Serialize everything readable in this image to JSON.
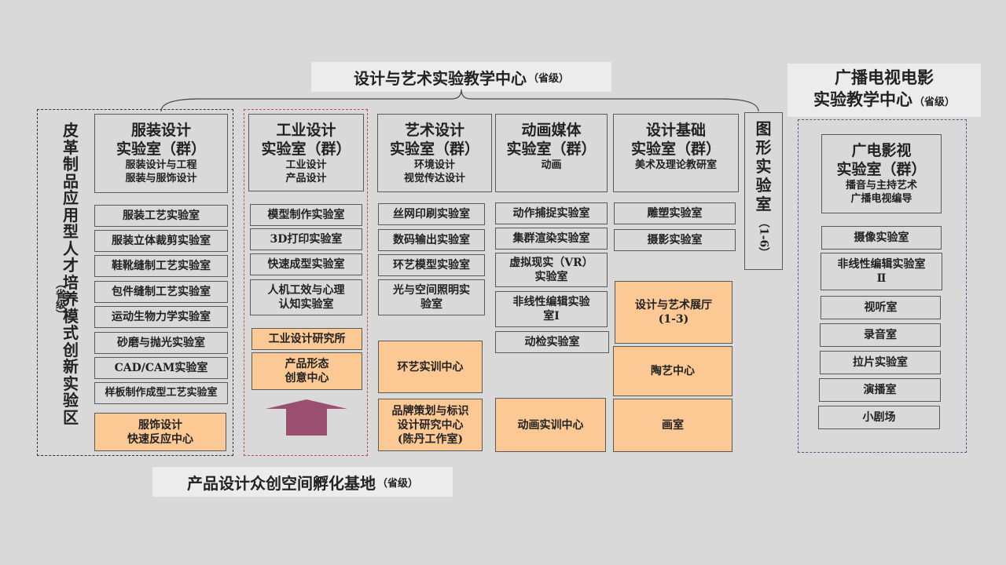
{
  "top_banner": {
    "title": "设计与艺术实验教学中心",
    "tag": "（省级）"
  },
  "right_banner": {
    "line1": "广播电视电影",
    "line2": "实验教学中心",
    "tag": "（省级）"
  },
  "bottom_banner": {
    "title": "产品设计众创空间孵化基地",
    "tag": "（省级）"
  },
  "left_vertical": {
    "chars": [
      "皮",
      "革",
      "制",
      "品",
      "应",
      "用",
      "型",
      "人",
      "才",
      "培",
      "养",
      "模",
      "式",
      "创",
      "新",
      "实",
      "验",
      "区"
    ],
    "tag": "（省级）"
  },
  "graphics_lab": {
    "chars": [
      "图",
      "形",
      "实",
      "验",
      "室"
    ],
    "tag": "（1-6）"
  },
  "col_fashion": {
    "header": {
      "t1": "服装设计",
      "t2": "实验室（群）",
      "s1": "服装设计与工程",
      "s2": "服装与服饰设计"
    },
    "items": [
      "服装工艺实验室",
      "服装立体裁剪实验室",
      "鞋靴缝制工艺实验室",
      "包件缝制工艺实验室",
      "运动生物力学实验室",
      "砂磨与抛光实验室",
      "CAD/CAM实验室",
      "样板制作成型工艺实验室"
    ],
    "orange": {
      "l1": "服饰设计",
      "l2": "快速反应中心"
    }
  },
  "col_industrial": {
    "header": {
      "t1": "工业设计",
      "t2": "实验室（群）",
      "s1": "工业设计",
      "s2": "产品设计"
    },
    "items": [
      "模型制作实验室",
      "3D打印实验室",
      "快速成型实验室"
    ],
    "item_hf": {
      "l1": "人机工效与心理",
      "l2": "认知实验室"
    },
    "orange1": "工业设计研究所",
    "orange2": {
      "l1": "产品形态",
      "l2": "创意中心"
    },
    "arrow_color": "#9b4f70"
  },
  "col_art": {
    "header": {
      "t1": "艺术设计",
      "t2": "实验室（群）",
      "s1": "环境设计",
      "s2": "视觉传达设计"
    },
    "items": [
      "丝网印刷实验室",
      "数码输出实验室",
      "环艺模型实验室"
    ],
    "item_light": {
      "l1": "光与空间照明实",
      "l2": "验室"
    },
    "orange1": "环艺实训中心",
    "orange2": {
      "l1": "品牌策划与标识",
      "l2": "设计研究中心",
      "l3": "(陈丹工作室)"
    }
  },
  "col_anim": {
    "header": {
      "t1": "动画媒体",
      "t2": "实验室（群）",
      "s1": "动画"
    },
    "items": [
      "动作捕捉实验室",
      "集群渲染实验室"
    ],
    "item_vr": {
      "l1": "虚拟现实（VR）",
      "l2": "实验室"
    },
    "item_nle": {
      "l1": "非线性编辑实验",
      "l2": "室Ⅰ"
    },
    "item_stop": "动检实验室",
    "orange": "动画实训中心"
  },
  "col_basic": {
    "header": {
      "t1": "设计基础",
      "t2": "实验室（群）",
      "s1": "美术及理论教研室"
    },
    "items": [
      "雕塑实验室",
      "摄影实验室"
    ],
    "orange1": {
      "l1": "设计与艺术展厅",
      "l2": "(1-3)"
    },
    "orange2": "陶艺中心",
    "orange3": "画室"
  },
  "col_broadcast": {
    "header": {
      "t1": "广电影视",
      "t2": "实验室（群）",
      "s1": "播音与主持艺术",
      "s2": "广播电视编导"
    },
    "item_cam": "摄像实验室",
    "item_nle": {
      "l1": "非线性编辑实验室",
      "l2": "Ⅱ"
    },
    "items": [
      "视听室",
      "录音室",
      "拉片实验室",
      "演播室",
      "小剧场"
    ]
  },
  "colors": {
    "background": "#d9d9d9",
    "orange": "#fcc994",
    "banner": "#ececec",
    "arrow": "#9b4f70",
    "right_border": "#5a5a8a",
    "industrial_border": "#c0504d"
  }
}
